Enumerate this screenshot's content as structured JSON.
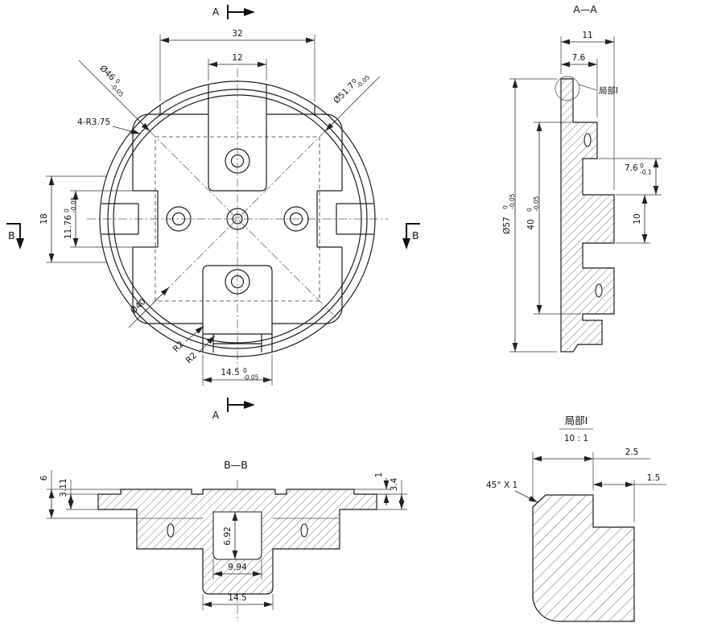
{
  "colors": {
    "line": "#1b1b1b",
    "background": "#ffffff"
  },
  "front": {
    "section_a": "A",
    "section_b": "B",
    "dim32": "32",
    "dim12": "12",
    "r375": "4-R3.75",
    "dia46": "Ø46",
    "dia46_tu": "0",
    "dia46_tl": "-0.05",
    "dia517": "Ø51.7",
    "dia517_tu": "0",
    "dia517_tl": "-0.05",
    "dim18": "18",
    "dim1176": "11.76",
    "dim1176_tu": "0",
    "dim1176_tl": "-0.05",
    "dia40": "Ø40",
    "r2": "R2",
    "dim145": "14.5",
    "dim145_tu": "0",
    "dim145_tl": "-0.05"
  },
  "aa": {
    "title": "A—A",
    "dim11": "11",
    "dim76": "7.6",
    "detail_ref": "局部I",
    "dia57": "Ø57",
    "dia57_tu": "0",
    "dia57_tl": "-0.05",
    "dim40": "40",
    "dim40_tu": "0",
    "dim40_tl": "-0.05",
    "dim76r": "7.6",
    "dim76r_tu": "0",
    "dim76r_tl": "-0.1",
    "dim10": "10"
  },
  "bb": {
    "title": "B—B",
    "dim6": "6",
    "dim311": "3.11",
    "dim1": "1",
    "dim34": "3.4",
    "dim692": "6.92",
    "dim994": "9.94",
    "dim145": "14.5"
  },
  "detail": {
    "title": "局部I",
    "scale": "10 : 1",
    "dim25": "2.5",
    "dim15": "1.5",
    "chamfer": "45° X 1"
  }
}
